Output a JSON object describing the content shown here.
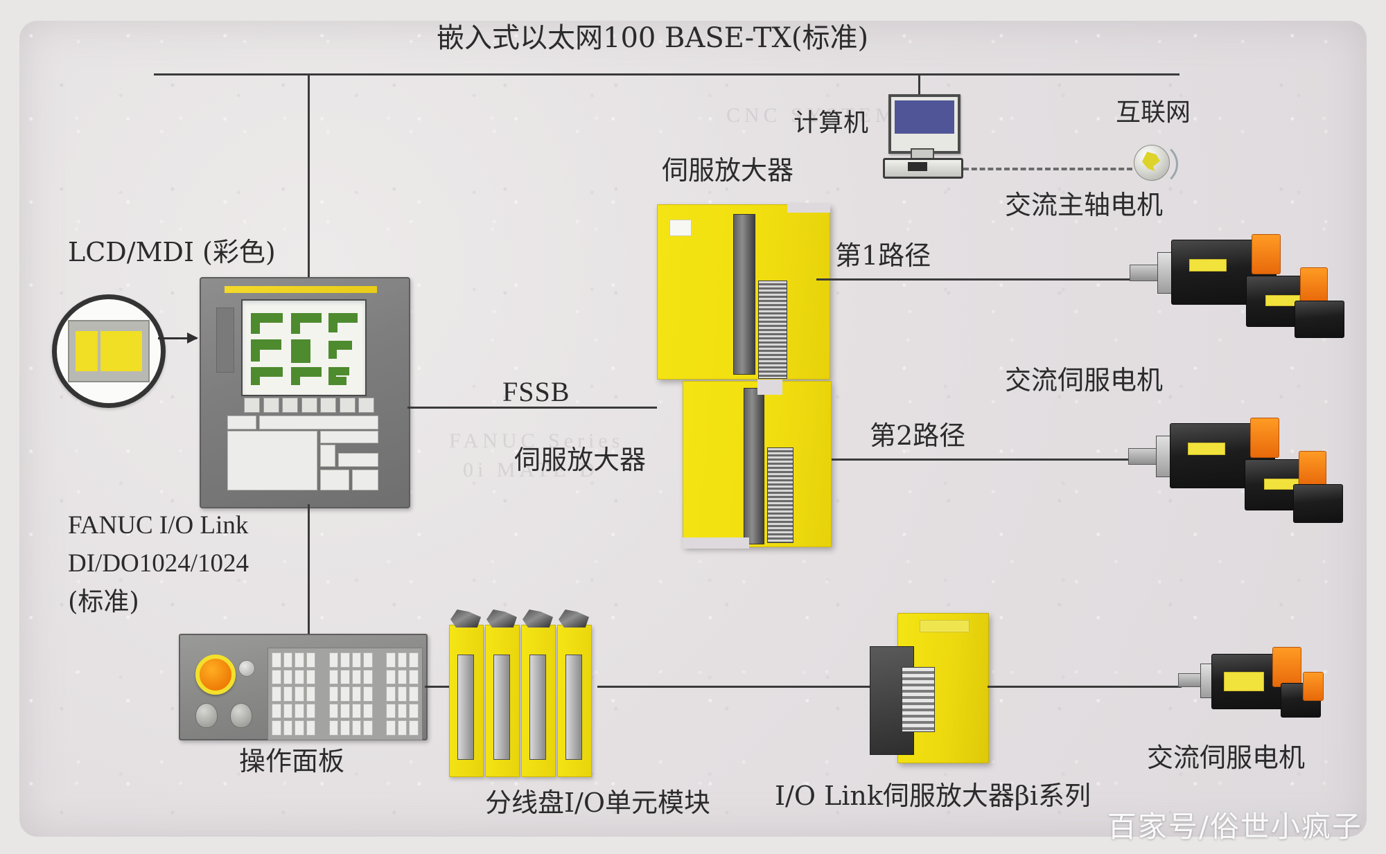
{
  "diagram": {
    "title": "嵌入式以太网100 BASE-TX(标准)",
    "watermark": "百家号/俗世小疯子",
    "labels": {
      "lcd_mdi": "LCD/MDI (彩色)",
      "fanuc_io_link": "FANUC I/O Link",
      "di_do": "DI/DO1024/1024",
      "standard": "(标准)",
      "operator_panel": "操作面板",
      "fssb": "FSSB",
      "servo_amp_1": "伺服放大器",
      "servo_amp_2": "伺服放大器",
      "path_1": "第1路径",
      "path_2": "第2路径",
      "computer": "计算机",
      "internet": "互联网",
      "ac_spindle_motor": "交流主轴电机",
      "ac_servo_motor_1": "交流伺服电机",
      "ac_servo_motor_2": "交流伺服电机",
      "io_unit_module": "分线盘I/O单元模块",
      "io_link_amp_bi": "I/O Link伺服放大器βi系列"
    },
    "ghost_text": [
      "FANUC Series",
      "0i  MATE D",
      "CNC SYSTEM"
    ],
    "colors": {
      "amplifier_yellow": "#f4e413",
      "estop_orange": "#ef7d07",
      "screen_blue": "#4f5596",
      "screen_green": "#4e8a2e",
      "paper": "#e4e0e2",
      "line": "#3a3a3a"
    }
  }
}
